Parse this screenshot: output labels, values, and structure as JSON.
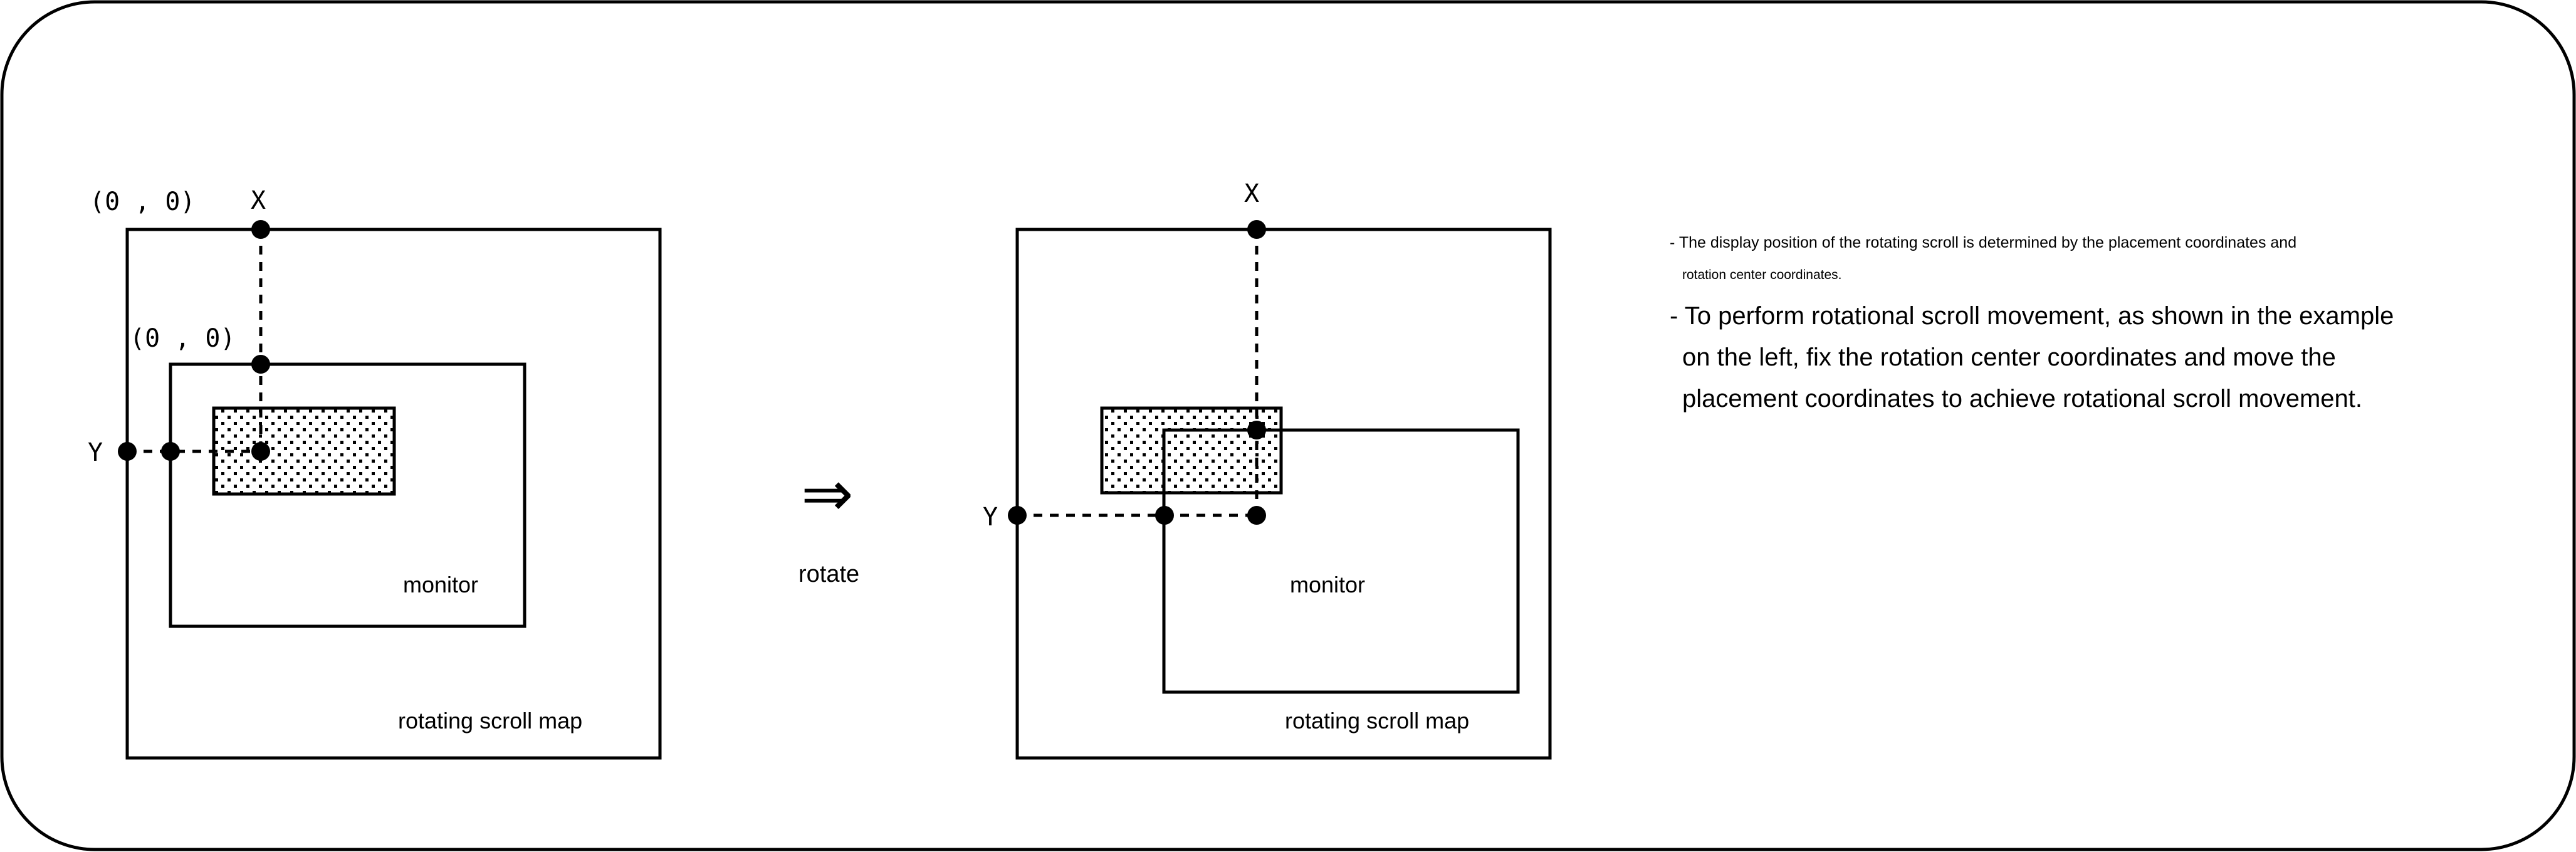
{
  "diagram": {
    "title": "Rotating scroll coordinate diagram",
    "transition": {
      "arrow_icon": "double-right-arrow",
      "arrow_glyph": "⇒",
      "label": "rotate"
    },
    "before": {
      "map_label": "rotating scroll map",
      "monitor_label": "monitor",
      "map_origin_label": "(0 , 0)",
      "monitor_origin_label": "(0 , 0)",
      "x_label": "X",
      "y_label": "Y"
    },
    "after": {
      "map_label": "rotating scroll map",
      "monitor_label": "monitor",
      "x_label": "X",
      "y_label": "Y"
    }
  },
  "notes": [
    {
      "bullet": "-",
      "lines": [
        "The display position of the rotating scroll is determined by the placement coordinates and",
        "rotation center coordinates."
      ]
    },
    {
      "bullet": "-",
      "lines": [
        "To perform rotational scroll movement, as shown in the example",
        "on the left, fix the rotation center coordinates and move the",
        "placement coordinates to achieve rotational scroll movement."
      ]
    }
  ]
}
